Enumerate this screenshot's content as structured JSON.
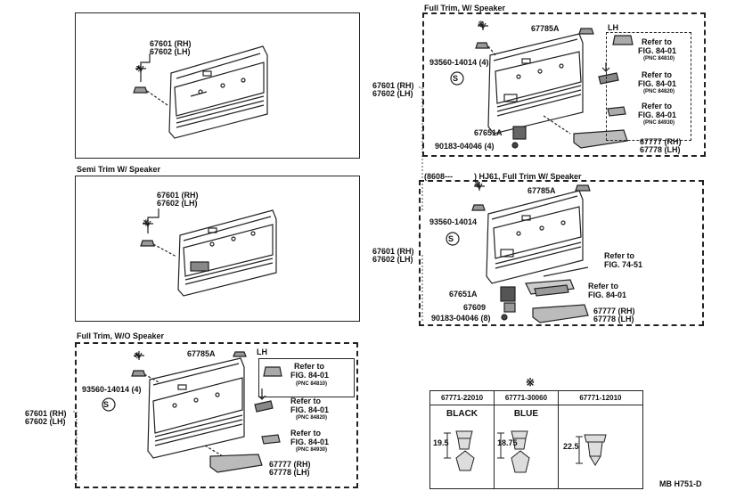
{
  "panels": {
    "top_left": {
      "callouts": [
        "67601 (RH)",
        "67602 (LH)"
      ]
    },
    "semi_trim": {
      "title": "Semi Trim W/ Speaker",
      "callouts": [
        "67601 (RH)",
        "67602 (LH)"
      ]
    },
    "full_trim_wo": {
      "title": "Full Trim, W/O Speaker",
      "parts": {
        "clip_a": "67785A",
        "screw": "93560-14014 (4)",
        "side": [
          "67601 (RH)",
          "67602 (LH)"
        ],
        "pocket": [
          "67777 (RH)",
          "67778 (LH)"
        ]
      },
      "lh": "LH",
      "refs": [
        {
          "line1": "Refer to",
          "line2": "FIG. 84-01",
          "line3": "(PNC 84810)"
        },
        {
          "line1": "Refer to",
          "line2": "FIG. 84-01",
          "line3": "(PNC 84820)"
        },
        {
          "line1": "Refer to",
          "line2": "FIG. 84-01",
          "line3": "(PNC 84930)"
        }
      ]
    },
    "full_trim_w": {
      "title": "Full Trim, W/ Speaker",
      "parts": {
        "clip_a": "67785A",
        "screw": "93560-14014 (4)",
        "side": [
          "67601 (RH)",
          "67602 (LH)"
        ],
        "grille": "67651A",
        "clip_b": "90183-04046 (4)",
        "pocket": [
          "67777 (RH)",
          "67778 (LH)"
        ]
      },
      "lh": "LH",
      "refs": [
        {
          "line1": "Refer to",
          "line2": "FIG. 84-01",
          "line3": "(PNC 84810)"
        },
        {
          "line1": "Refer to",
          "line2": "FIG. 84-01",
          "line3": "(PNC 84820)"
        },
        {
          "line1": "Refer to",
          "line2": "FIG. 84-01",
          "line3": "(PNC 84930)"
        }
      ]
    },
    "hj61": {
      "title_prefix": "(8608---",
      "title_suffix": ") HJ61, Full Trim W/ Speaker",
      "parts": {
        "clip_a": "67785A",
        "screw": "93560-14014",
        "side": [
          "67601 (RH)",
          "67602 (LH)"
        ],
        "grille": "67651A",
        "speaker": "67609",
        "clip_b": "90183-04046 (8)",
        "pocket": [
          "67777 (RH)",
          "67778 (LH)"
        ]
      },
      "refs": [
        {
          "line1": "Refer to",
          "line2": "FIG. 74-51"
        },
        {
          "line1": "Refer to",
          "line2": "FIG. 84-01"
        }
      ]
    }
  },
  "clip_table": {
    "mark": "※",
    "columns": [
      {
        "part": "67771-22010",
        "color": "BLACK",
        "dim": "19.5"
      },
      {
        "part": "67771-30060",
        "color": "BLUE",
        "dim": "18.75"
      },
      {
        "part": "67771-12010",
        "color": "",
        "dim": "22.5"
      }
    ]
  },
  "footer_code": "MB  H751-D"
}
